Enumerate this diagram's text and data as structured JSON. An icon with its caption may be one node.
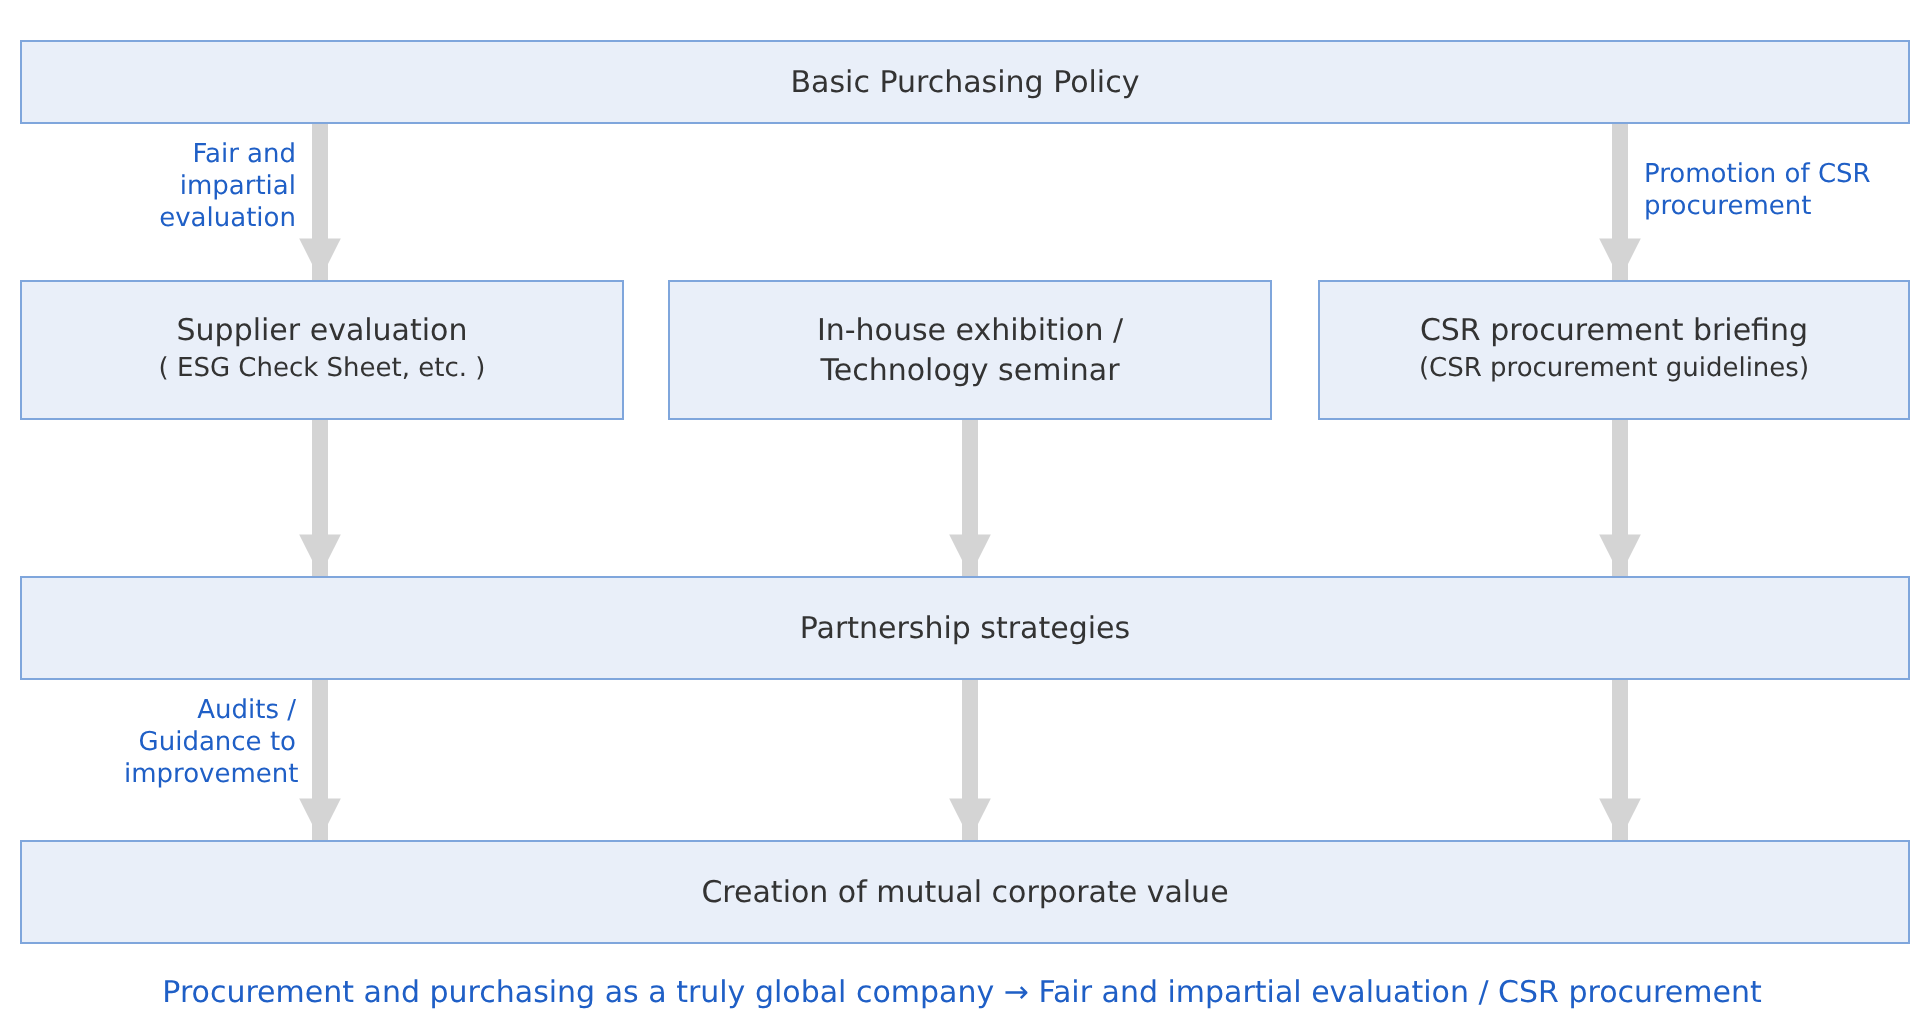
{
  "diagram": {
    "caption": "Procurement and purchasing as a truly global company → Fair and impartial evaluation / CSR procurement",
    "nodes": [
      {
        "text": [
          "Basic Purchasing Policy"
        ]
      },
      {
        "text": [
          "Supplier evaluation",
          "( ESG Check Sheet, etc. )"
        ]
      },
      {
        "text": [
          "In-house exhibition / Technology seminar"
        ]
      },
      {
        "text": [
          "CSR procurement briefing",
          "(CSR procurement guidelines)"
        ]
      },
      {
        "text": [
          "Partnership strategies"
        ]
      },
      {
        "text": [
          "Creation of mutual corporate value"
        ]
      }
    ],
    "edges": [
      {
        "from": 0,
        "to": 1,
        "arrow": "to",
        "label": "Fair and impartial evaluation"
      },
      {
        "from": 0,
        "to": 3,
        "arrow": "to",
        "label": "Promotion of CSR procurement"
      },
      {
        "from": 1,
        "to": 4,
        "arrow": "to"
      },
      {
        "from": 2,
        "to": 4,
        "arrow": "to"
      },
      {
        "from": 3,
        "to": 4,
        "arrow": "to"
      },
      {
        "from": 4,
        "to": 5,
        "arrow": "to",
        "label": "Audits / Guidance to improvement"
      },
      {
        "from": 4,
        "to": 5,
        "arrow": "to"
      },
      {
        "from": 4,
        "to": 5,
        "arrow": "to"
      }
    ]
  }
}
